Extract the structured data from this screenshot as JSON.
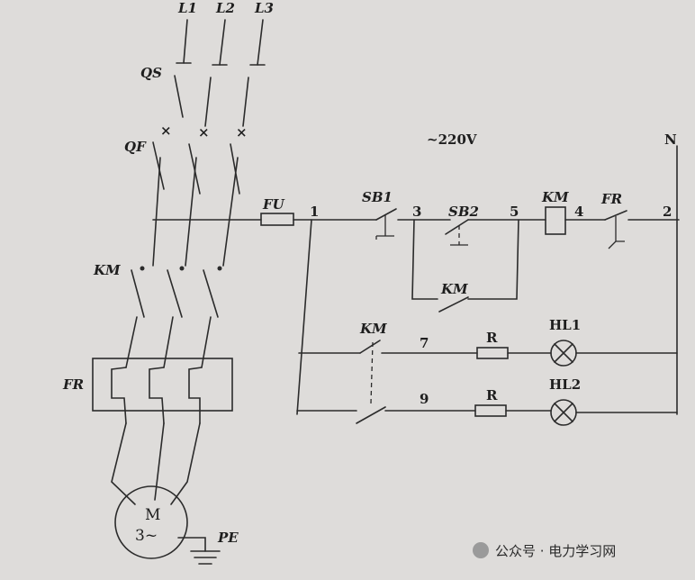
{
  "phases": [
    "L1",
    "L2",
    "L3"
  ],
  "neutral": "N",
  "supply_voltage": "~220V",
  "labels": {
    "qs": "QS",
    "qf": "QF",
    "km_main": "KM",
    "fr_main": "FR",
    "fu": "FU",
    "sb1": "SB1",
    "sb2": "SB2",
    "km_coil": "KM",
    "fr_contact": "FR",
    "km_hold": "KM",
    "km_nc": "KM",
    "r1": "R",
    "r2": "R",
    "hl1": "HL1",
    "hl2": "HL2",
    "pe": "PE"
  },
  "nodes": {
    "n1": "1",
    "n2": "2",
    "n3": "3",
    "n4": "4",
    "n5": "5",
    "n7": "7",
    "n9": "9"
  },
  "motor": {
    "line1": "M",
    "line2": "3~"
  },
  "watermark": {
    "text": "公众号 · 电力学习网"
  },
  "colors": {
    "paper": "#dedcda",
    "ink": "#2b2b2b"
  }
}
